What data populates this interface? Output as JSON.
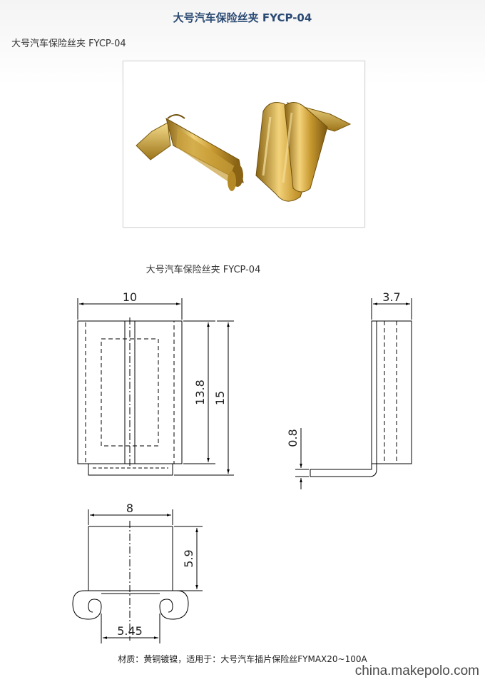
{
  "page": {
    "title": "大号汽车保险丝夹 FYCP-04",
    "subtitle": "大号汽车保险丝夹 FYCP-04"
  },
  "drawing": {
    "caption": "大号汽车保险丝夹 FYCP-04",
    "dimensions": {
      "width_top": "10",
      "depth_side": "3.7",
      "height_inner": "13.8",
      "height_total": "15",
      "thickness": "0.8",
      "width_front": "8",
      "height_front": "5.9",
      "bottom_width": "5.45"
    }
  },
  "note": {
    "material": "材质：黄铜镀镍，适用于：大号汽车插片保险丝FYMAX20~100A"
  },
  "watermark": {
    "text": "china.makepolo.com"
  },
  "colors": {
    "title": "#2b4a73",
    "brass_light": "#e6c46a",
    "brass_dark": "#a8801f",
    "line": "#000000"
  }
}
